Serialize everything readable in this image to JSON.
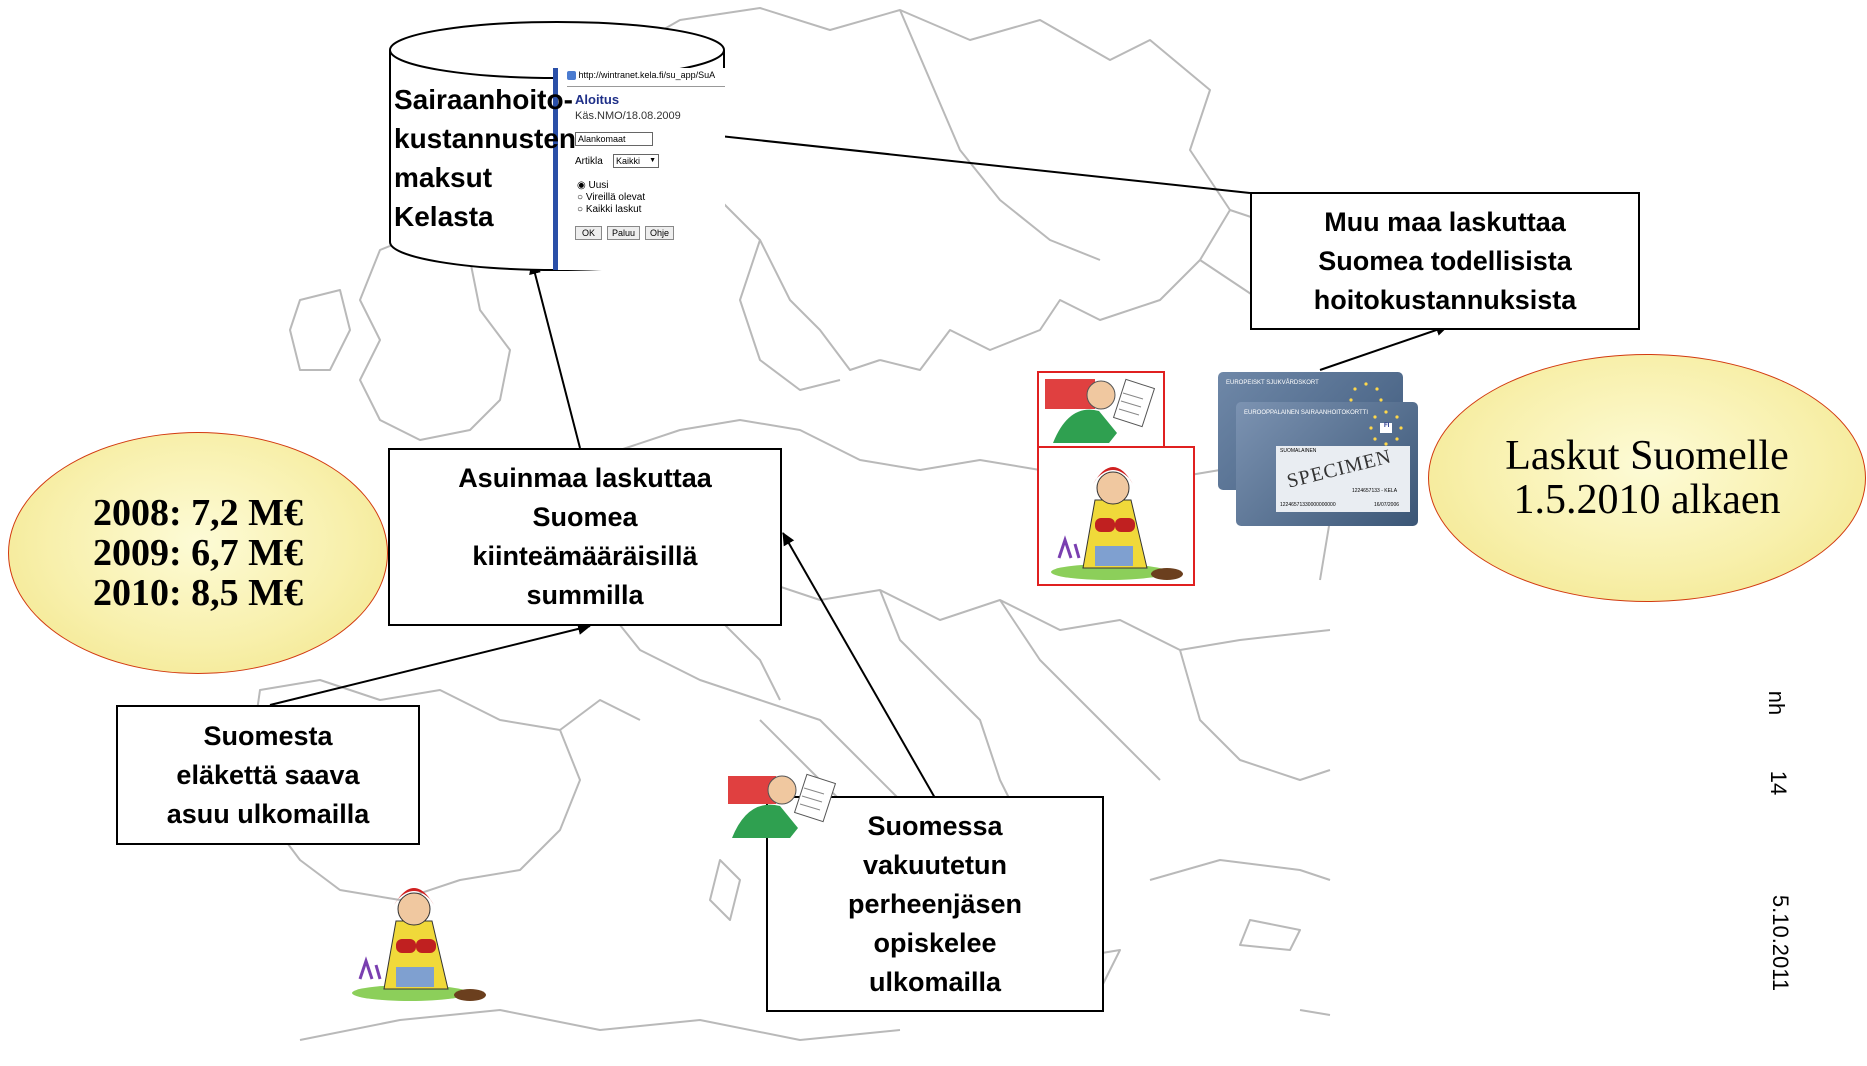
{
  "colors": {
    "ellipse_border": "#d23a10",
    "ellipse_fill": "#f8f0ac",
    "box_border": "#000000",
    "map_lines": "#b9b9b9",
    "screen_frame": "#2a4fa8",
    "card_blue": "#4f6c8e"
  },
  "database": {
    "lines": [
      "Sairaanhoito-",
      "kustannusten",
      "maksut",
      "Kelasta"
    ],
    "screen": {
      "url": "http://wintranet.kela.fi/su_app/SuA",
      "heading": "Aloitus",
      "subline": "Käs.NMO/18.08.2009",
      "country_value": "Alankomaat",
      "artikla_label": "Artikla",
      "artikla_value": "Kaikki",
      "radio_options": [
        "Uusi",
        "Vireillä olevat",
        "Kaikki laskut"
      ],
      "buttons": [
        "OK",
        "Paluu",
        "Ohje"
      ]
    }
  },
  "boxes": {
    "residence_country": [
      "Asuinmaa laskuttaa",
      "Suomea",
      "kiinteämääräisillä",
      "summilla"
    ],
    "other_country": [
      "Muu maa laskuttaa",
      "Suomea todellisista",
      "hoitokustannuksista"
    ],
    "pensioner": [
      "Suomesta",
      "eläkettä saava",
      "asuu ulkomailla"
    ],
    "student": [
      "Suomessa",
      "vakuutetun",
      "perheenjäsen",
      "opiskelee",
      "ulkomailla"
    ]
  },
  "amounts_ellipse": [
    "2008: 7,2 M€",
    "2009: 6,7 M€",
    "2010: 8,5 M€"
  ],
  "invoices_ellipse": [
    "Laskut Suomelle",
    "1.5.2010 alkaen"
  ],
  "cards": {
    "back_title": "EUROOPPALAINEN SAIRAANHOITOKORTTI",
    "back_subtitle": "EUROPEISKT SJUKVÅRDSKORT",
    "specimen": "SPECIMEN",
    "name_line": "SUOMALAINEN",
    "code": "1224657133 - KELA",
    "number": "12246571330000000000",
    "expiry": "16/07/2006",
    "fi_label": "FI"
  },
  "footer": {
    "initials": "nh",
    "page": "14",
    "date": "5.10.2011"
  }
}
